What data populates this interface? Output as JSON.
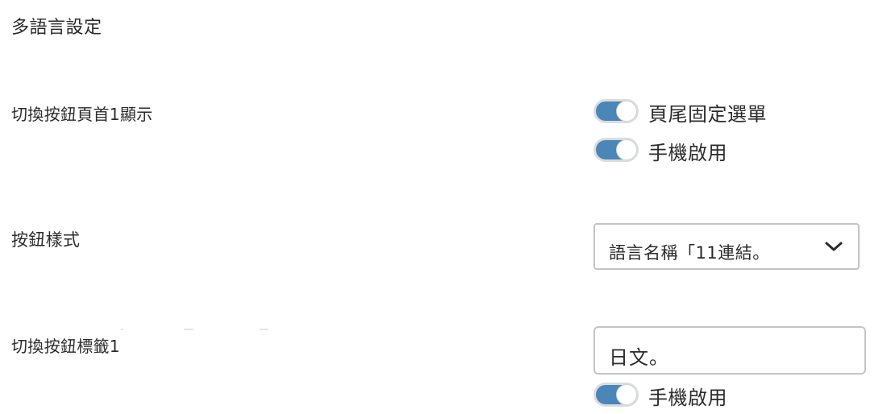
{
  "section": {
    "title": "多語言設定"
  },
  "rows": {
    "header_toggle_label": "切換按鈕頁首1顯示",
    "button_style_label": "按鈕樣式",
    "button_tag_label": "切換按鈕標籤1"
  },
  "toggles": {
    "footer_fixed_menu": {
      "label": "頁尾固定選單",
      "state": "on"
    },
    "mobile_enable_1": {
      "label": "手機啟用",
      "state": "on"
    },
    "mobile_enable_2": {
      "label": "手機啟用",
      "state": "on"
    }
  },
  "button_style_select": {
    "selected": "語言名稱「11連結。"
  },
  "button_tag_input": {
    "value": "日文。"
  },
  "colors": {
    "toggle_on": "#4a86b8",
    "toggle_border": "#dcdcde",
    "field_border": "#c4c4c4",
    "text": "#2b2b2b"
  },
  "icons": {
    "select_arrow": "chevron-down-icon"
  }
}
